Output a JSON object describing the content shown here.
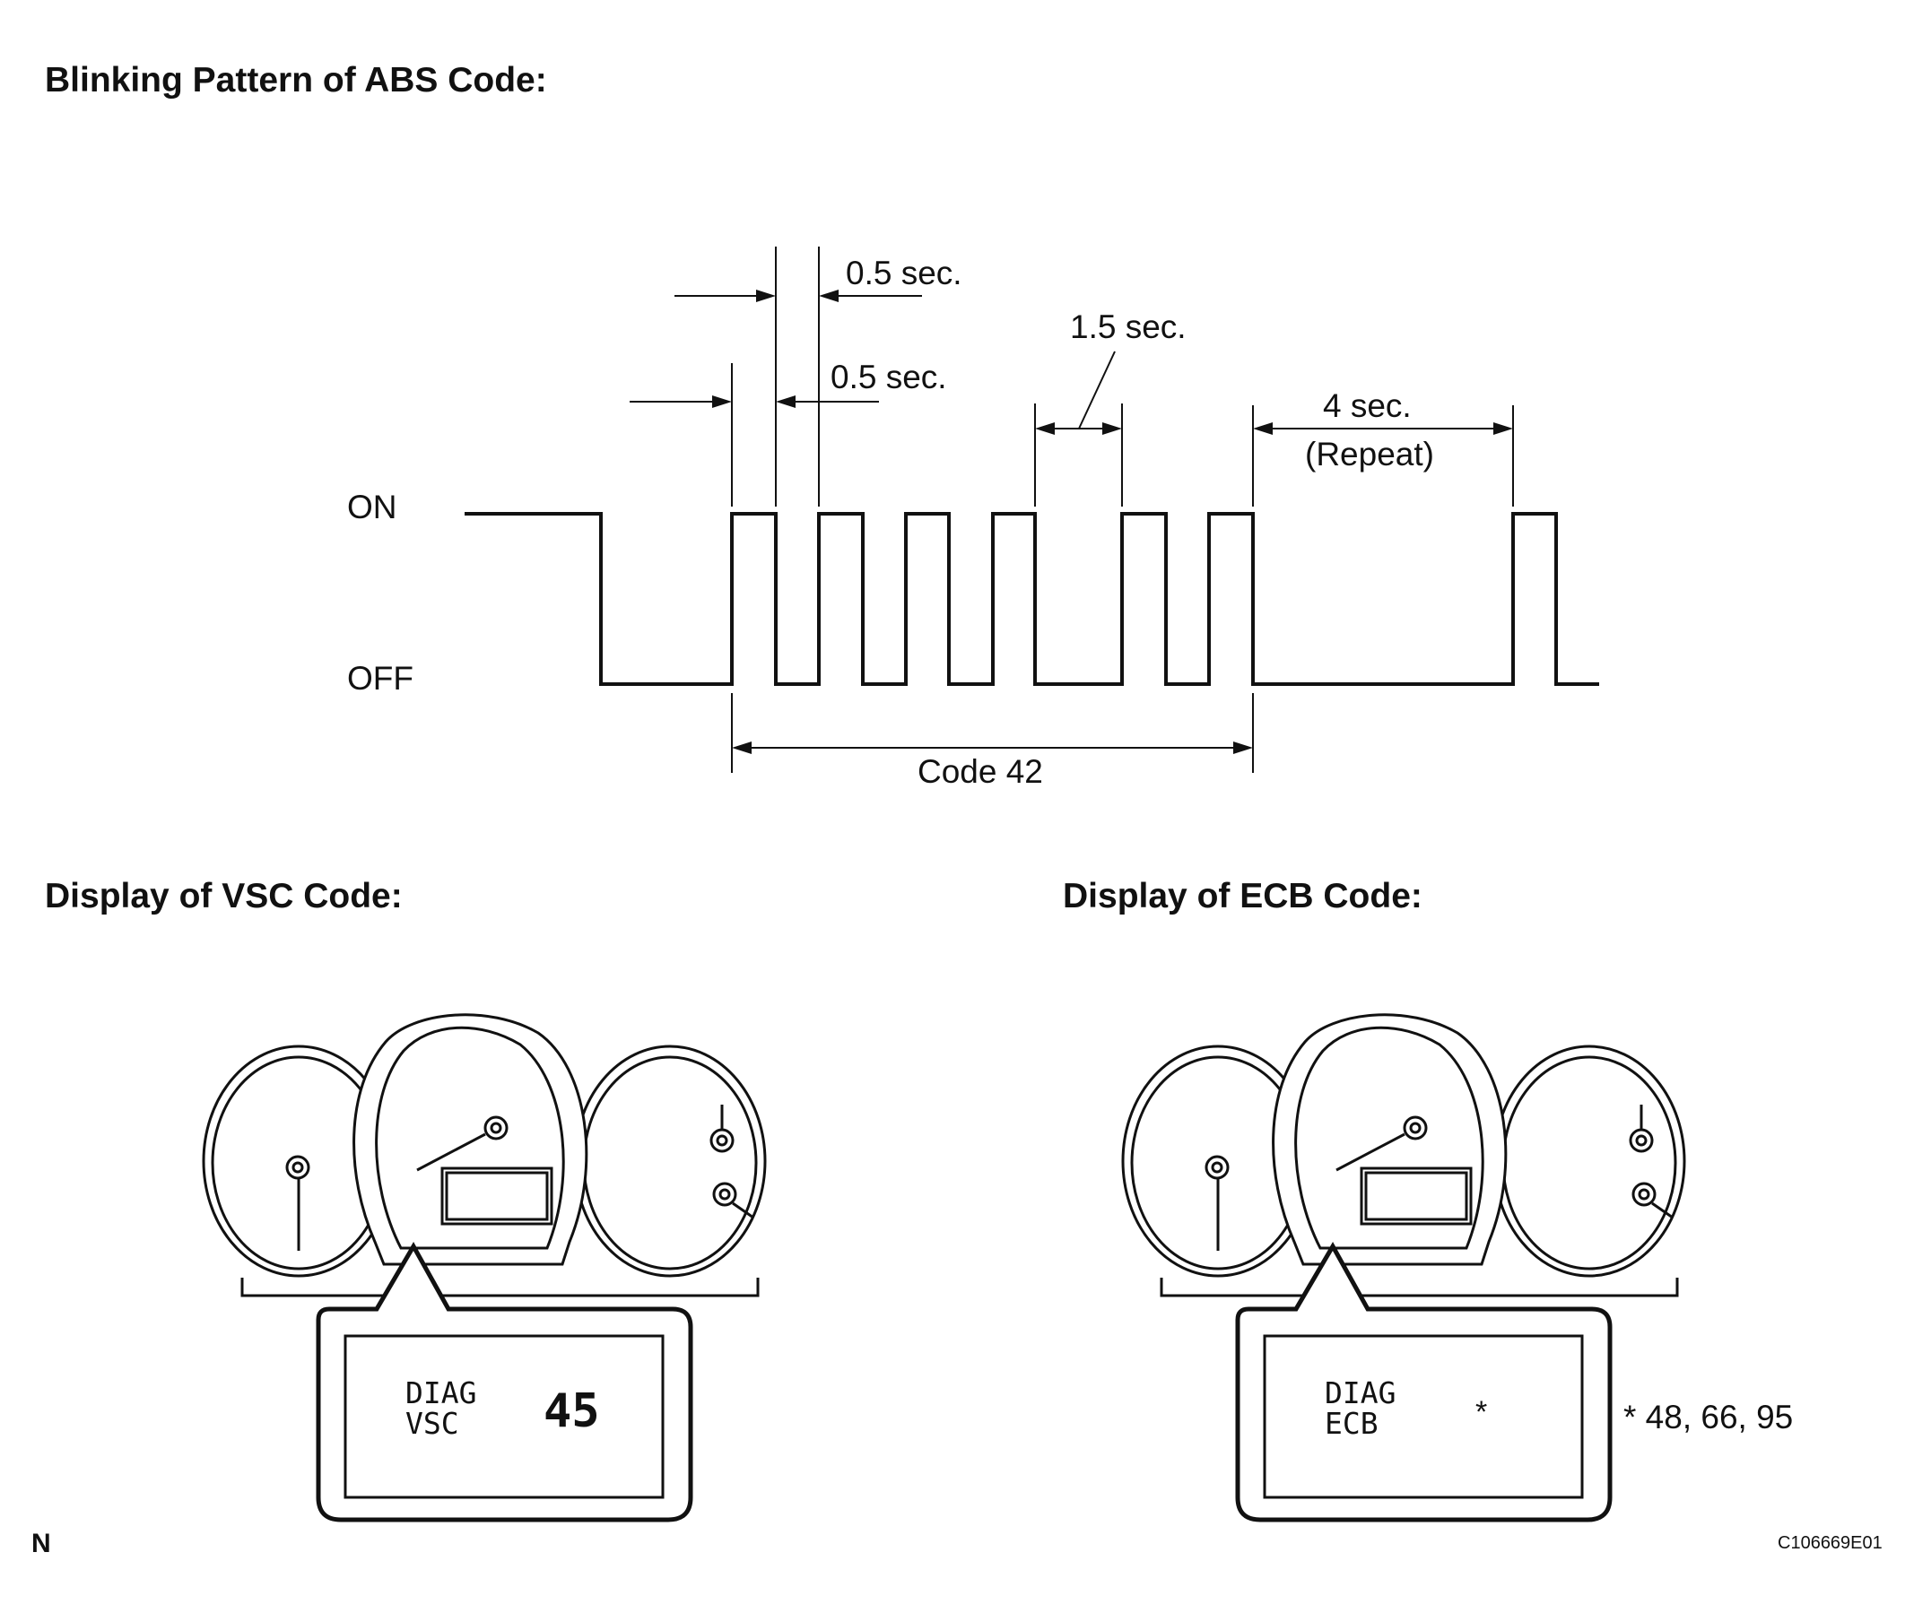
{
  "headings": {
    "abs": "Blinking Pattern of ABS Code:",
    "vsc": "Display of VSC Code:",
    "ecb": "Display of ECB Code:"
  },
  "waveform": {
    "on_label": "ON",
    "off_label": "OFF",
    "dim_half_1": "0.5 sec.",
    "dim_half_2": "0.5 sec.",
    "dim_gap": "1.5 sec.",
    "dim_repeat_1": "4 sec.",
    "dim_repeat_2": "(Repeat)",
    "code_label": "Code 42"
  },
  "vsc_display": {
    "line1": "DIAG",
    "line2": "VSC",
    "code": "45"
  },
  "ecb_display": {
    "line1": "DIAG",
    "line2": "ECB",
    "code": "*"
  },
  "ecb_note": "* 48, 66, 95",
  "footer": {
    "left_mark": "N",
    "figure_id": "C106669E01"
  }
}
